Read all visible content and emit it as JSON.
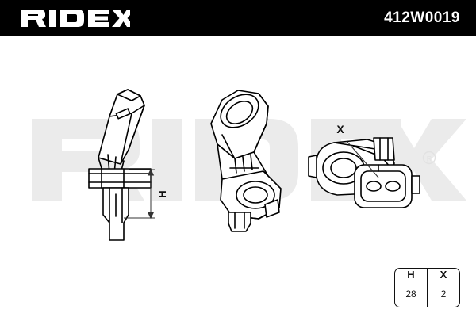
{
  "header": {
    "brand_name": "RIDEX",
    "brand_logo_icon": "ridex-wordmark-logo",
    "part_number": "412W0019",
    "background_color": "#000000",
    "text_color": "#ffffff"
  },
  "watermark": {
    "text": "RIDEX",
    "registered_mark": "®",
    "color": "#ebebeb"
  },
  "drawings": {
    "side_view": {
      "name": "abs-wheel-speed-sensor-side-view",
      "dimension_label": "H"
    },
    "isometric_view": {
      "name": "abs-wheel-speed-sensor-isometric-view"
    },
    "connector_view": {
      "name": "abs-wheel-speed-sensor-connector-view",
      "callout_label": "X"
    }
  },
  "spec_table": {
    "headers": [
      "H",
      "X"
    ],
    "rows": [
      [
        "28",
        "2"
      ]
    ]
  }
}
